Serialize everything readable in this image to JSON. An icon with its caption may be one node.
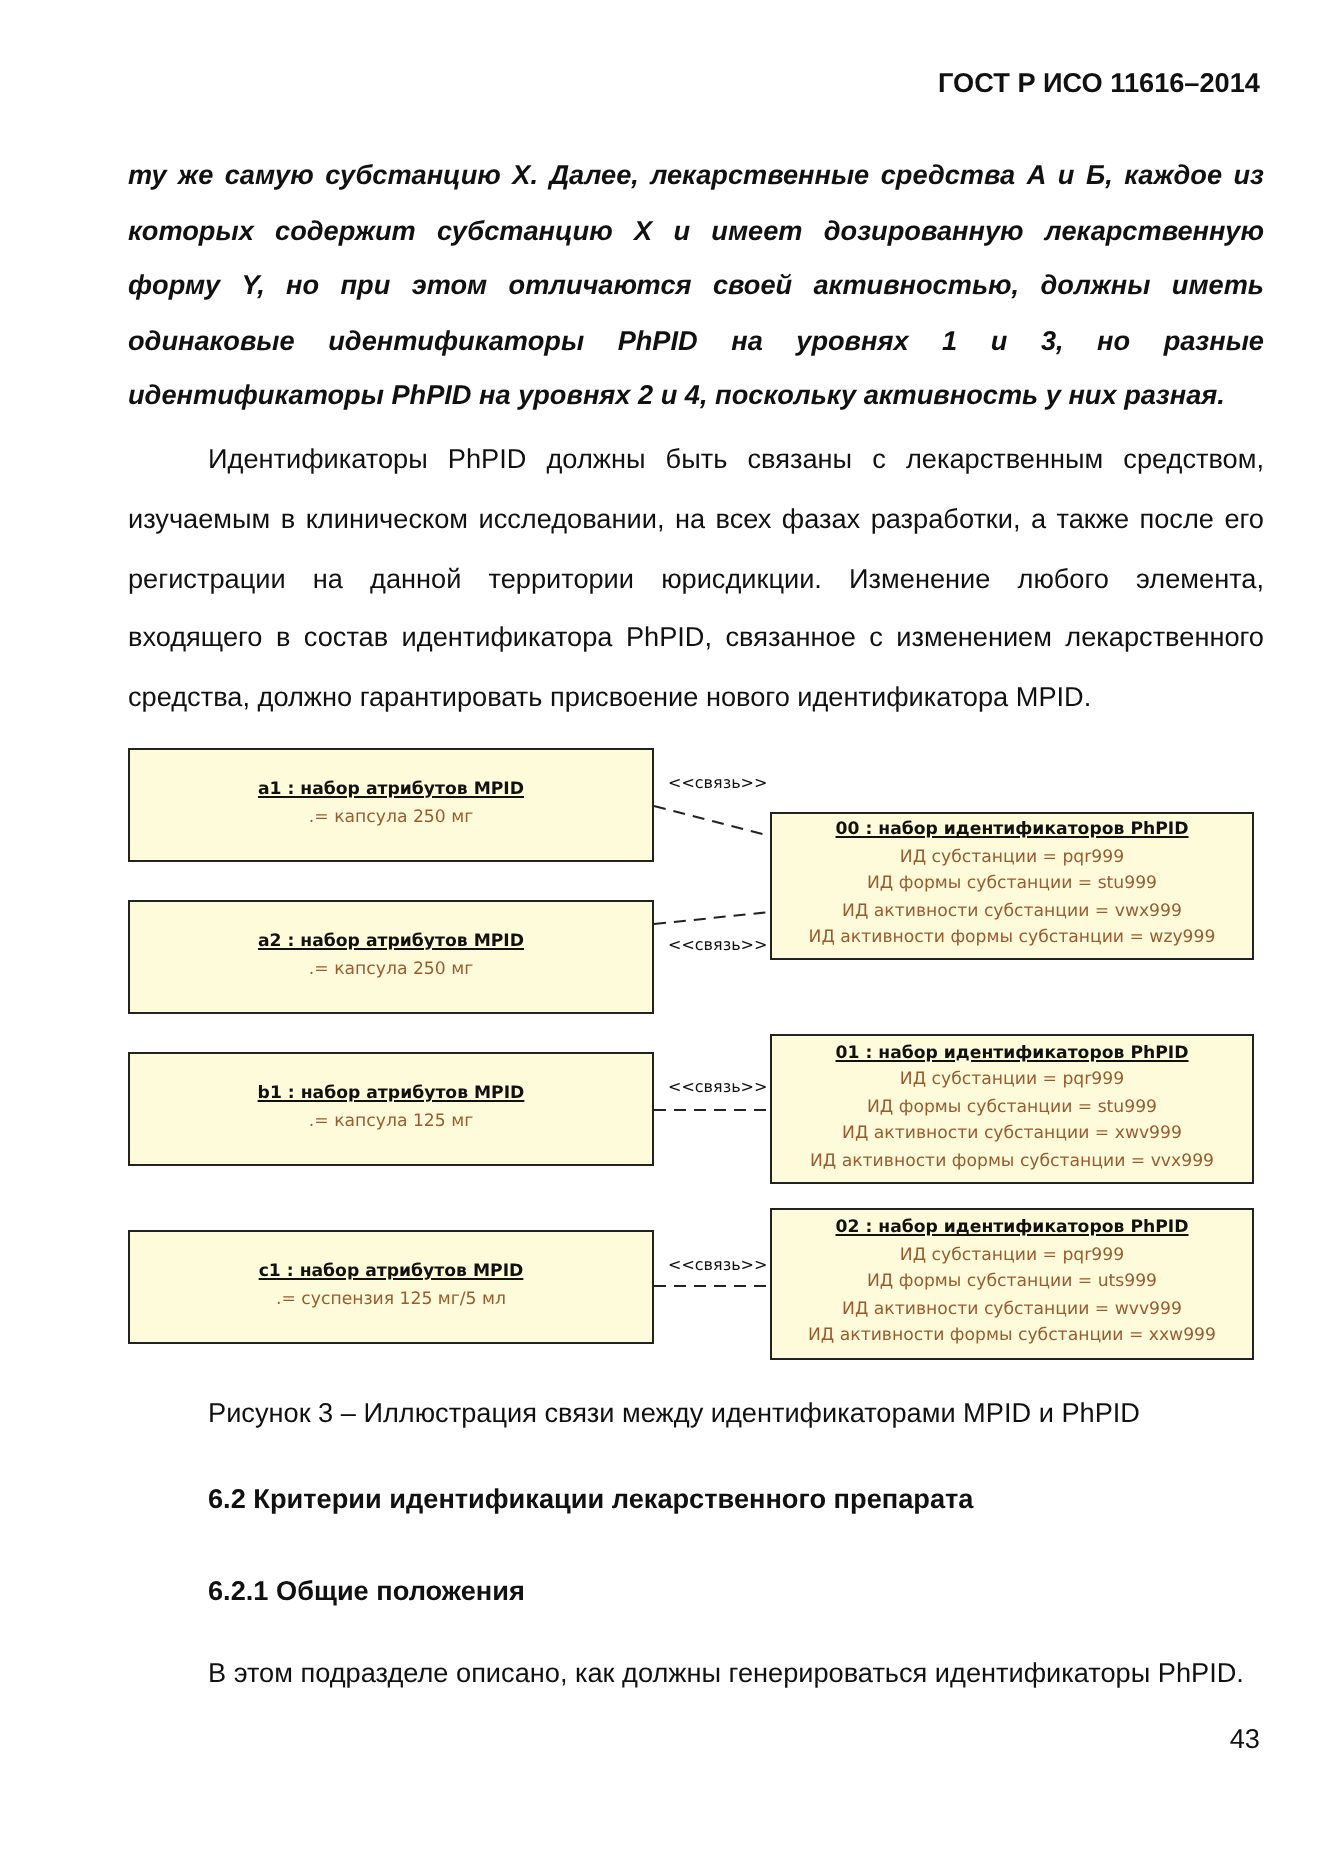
{
  "diagram": {
    "caption": "Рисунок 3 – Иллюстрация связи между идентификаторами MPID и PhPID",
    "nodes": [
      {
        "text": [
          "a1 : набор атрибутов MPID",
          ".= капсула 250 мг"
        ]
      },
      {
        "text": [
          "00 : набор идентификаторов PhPID",
          "ИД субстанции = pqr999",
          "ИД формы субстанции = stu999",
          "ИД активности субстанции = vwx999",
          "ИД активности формы субстанции = wzy999"
        ]
      },
      {
        "text": [
          "a2 : набор атрибутов MPID",
          ".= капсула 250 мг"
        ]
      },
      {
        "text": [
          "b1 : набор атрибутов MPID",
          ".= капсула 125 мг"
        ]
      },
      {
        "text": [
          "01 : набор идентификаторов PhPID",
          "ИД субстанции = pqr999",
          "ИД формы субстанции = stu999",
          "ИД активности субстанции = xwv999",
          "ИД активности формы субстанции = vvx999"
        ]
      },
      {
        "text": [
          "c1 : набор атрибутов MPID",
          ".= суспензия 125 мг/5 мл"
        ]
      },
      {
        "text": [
          "02 : набор идентификаторов PhPID",
          "ИД субстанции = pqr999",
          "ИД формы субстанции = uts999",
          "ИД активности субстанции = wvv999",
          "ИД активности формы субстанции = xxw999"
        ]
      }
    ],
    "edges": [
      {
        "from": 0,
        "to": 1,
        "arrow": "none",
        "label": "<<связь>>",
        "style": "dashed"
      },
      {
        "from": 2,
        "to": 1,
        "arrow": "none",
        "label": "<<связь>>",
        "style": "dashed"
      },
      {
        "from": 3,
        "to": 4,
        "arrow": "none",
        "label": "<<связь>>",
        "style": "dashed"
      },
      {
        "from": 5,
        "to": 6,
        "arrow": "none",
        "label": "<<связь>>",
        "style": "dashed"
      }
    ],
    "labels": [
      "ГОСТ Р ИСО 11616–2014",
      "ту же самую субстанцию X. Далее, лекарственные средства А и Б, каждое из которых содержит субстанцию X и имеет дозированную лекарственную форму Y, но при этом отличаются своей активностью, должны иметь одинаковые идентификаторы PhPID на уровнях 1 и 3, но разные идентификаторы PhPID на уровнях 2 и 4, поскольку активность у них разная.",
      "Идентификаторы PhPID должны быть связаны с лекарственным средством, изучаемым в клиническом исследовании, на всех фазах разработки, а также после его регистрации на данной территории юрисдикции. Изменение любого элемента, входящего в состав идентификатора PhPID, связанное с изменением лекарственного средства, должно гарантировать присвоение нового идентификатора MPID.",
      "6.2 Критерии идентификации лекарственного препарата",
      "6.2.1 Общие положения",
      "В этом подразделе описано, как должны генерироваться идентификаторы PhPID.",
      "43"
    ]
  }
}
